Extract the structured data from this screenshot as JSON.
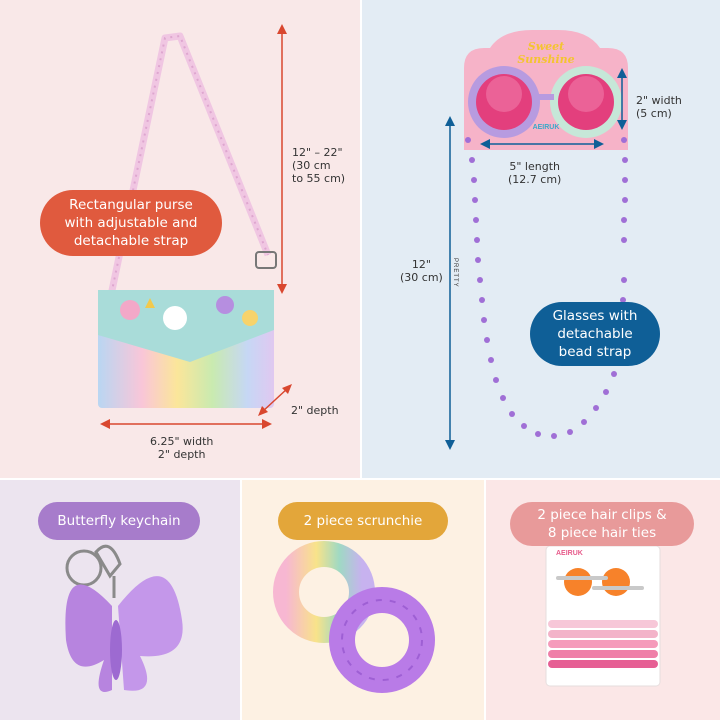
{
  "colors": {
    "purse_bg": "#f9e8e8",
    "glasses_bg": "#e3ecf4",
    "keychain_bg": "#ece4ef",
    "scrunchie_bg": "#fdf1e3",
    "hair_bg": "#fbe7e7",
    "purse_pill": "#e05a3e",
    "glasses_pill": "#0f5f97",
    "keychain_pill": "#a77ccb",
    "scrunchie_pill": "#e3a63a",
    "hair_pill": "#e89a9a",
    "arrow": "#d9472f"
  },
  "purse": {
    "label": "Rectangular purse\nwith adjustable and\ndetachable strap",
    "strap_dim": "12\" – 22\"\n(30 cm\nto 55 cm)",
    "depth_dim": "2\" depth",
    "width_dim": "6.25\" width\n2\" depth"
  },
  "glasses": {
    "label": "Glasses with\ndetachable\nbead strap",
    "card_text": "Sweet Sunshine",
    "brand": "AEIRUK",
    "strap_text": "PRETTY",
    "height_dim": "2\" width\n(5 cm)",
    "length_dim": "5\" length\n(12.7 cm)",
    "strap_dim": "12\"\n(30 cm)"
  },
  "keychain": {
    "label": "Butterfly keychain"
  },
  "scrunchie": {
    "label": "2 piece scrunchie"
  },
  "hair": {
    "label": "2 piece hair clips &\n8 piece hair ties",
    "brand": "AEIRUK"
  }
}
